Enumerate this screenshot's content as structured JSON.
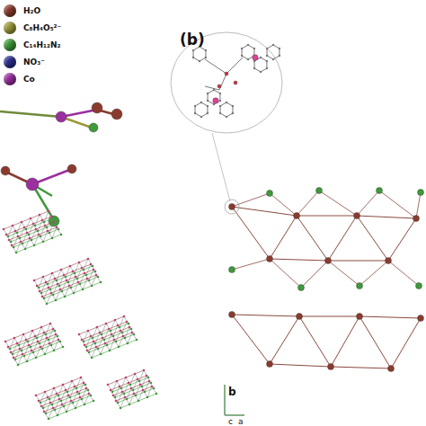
{
  "diagram": {
    "labels": [
      "(b)",
      "b",
      "c",
      "a"
    ],
    "legend": [
      {
        "text": "H₂O",
        "color": "#8a3b2e"
      },
      {
        "text": "C₈H₄O₅²⁻",
        "color": "#9c9a3a"
      },
      {
        "text": "C₁₄H₁₂N₂",
        "color": "#3f9a3a"
      },
      {
        "text": "NO₃⁻",
        "color": "#2b2f8f"
      },
      {
        "text": "Co",
        "color": "#9b2fa0"
      }
    ]
  }
}
